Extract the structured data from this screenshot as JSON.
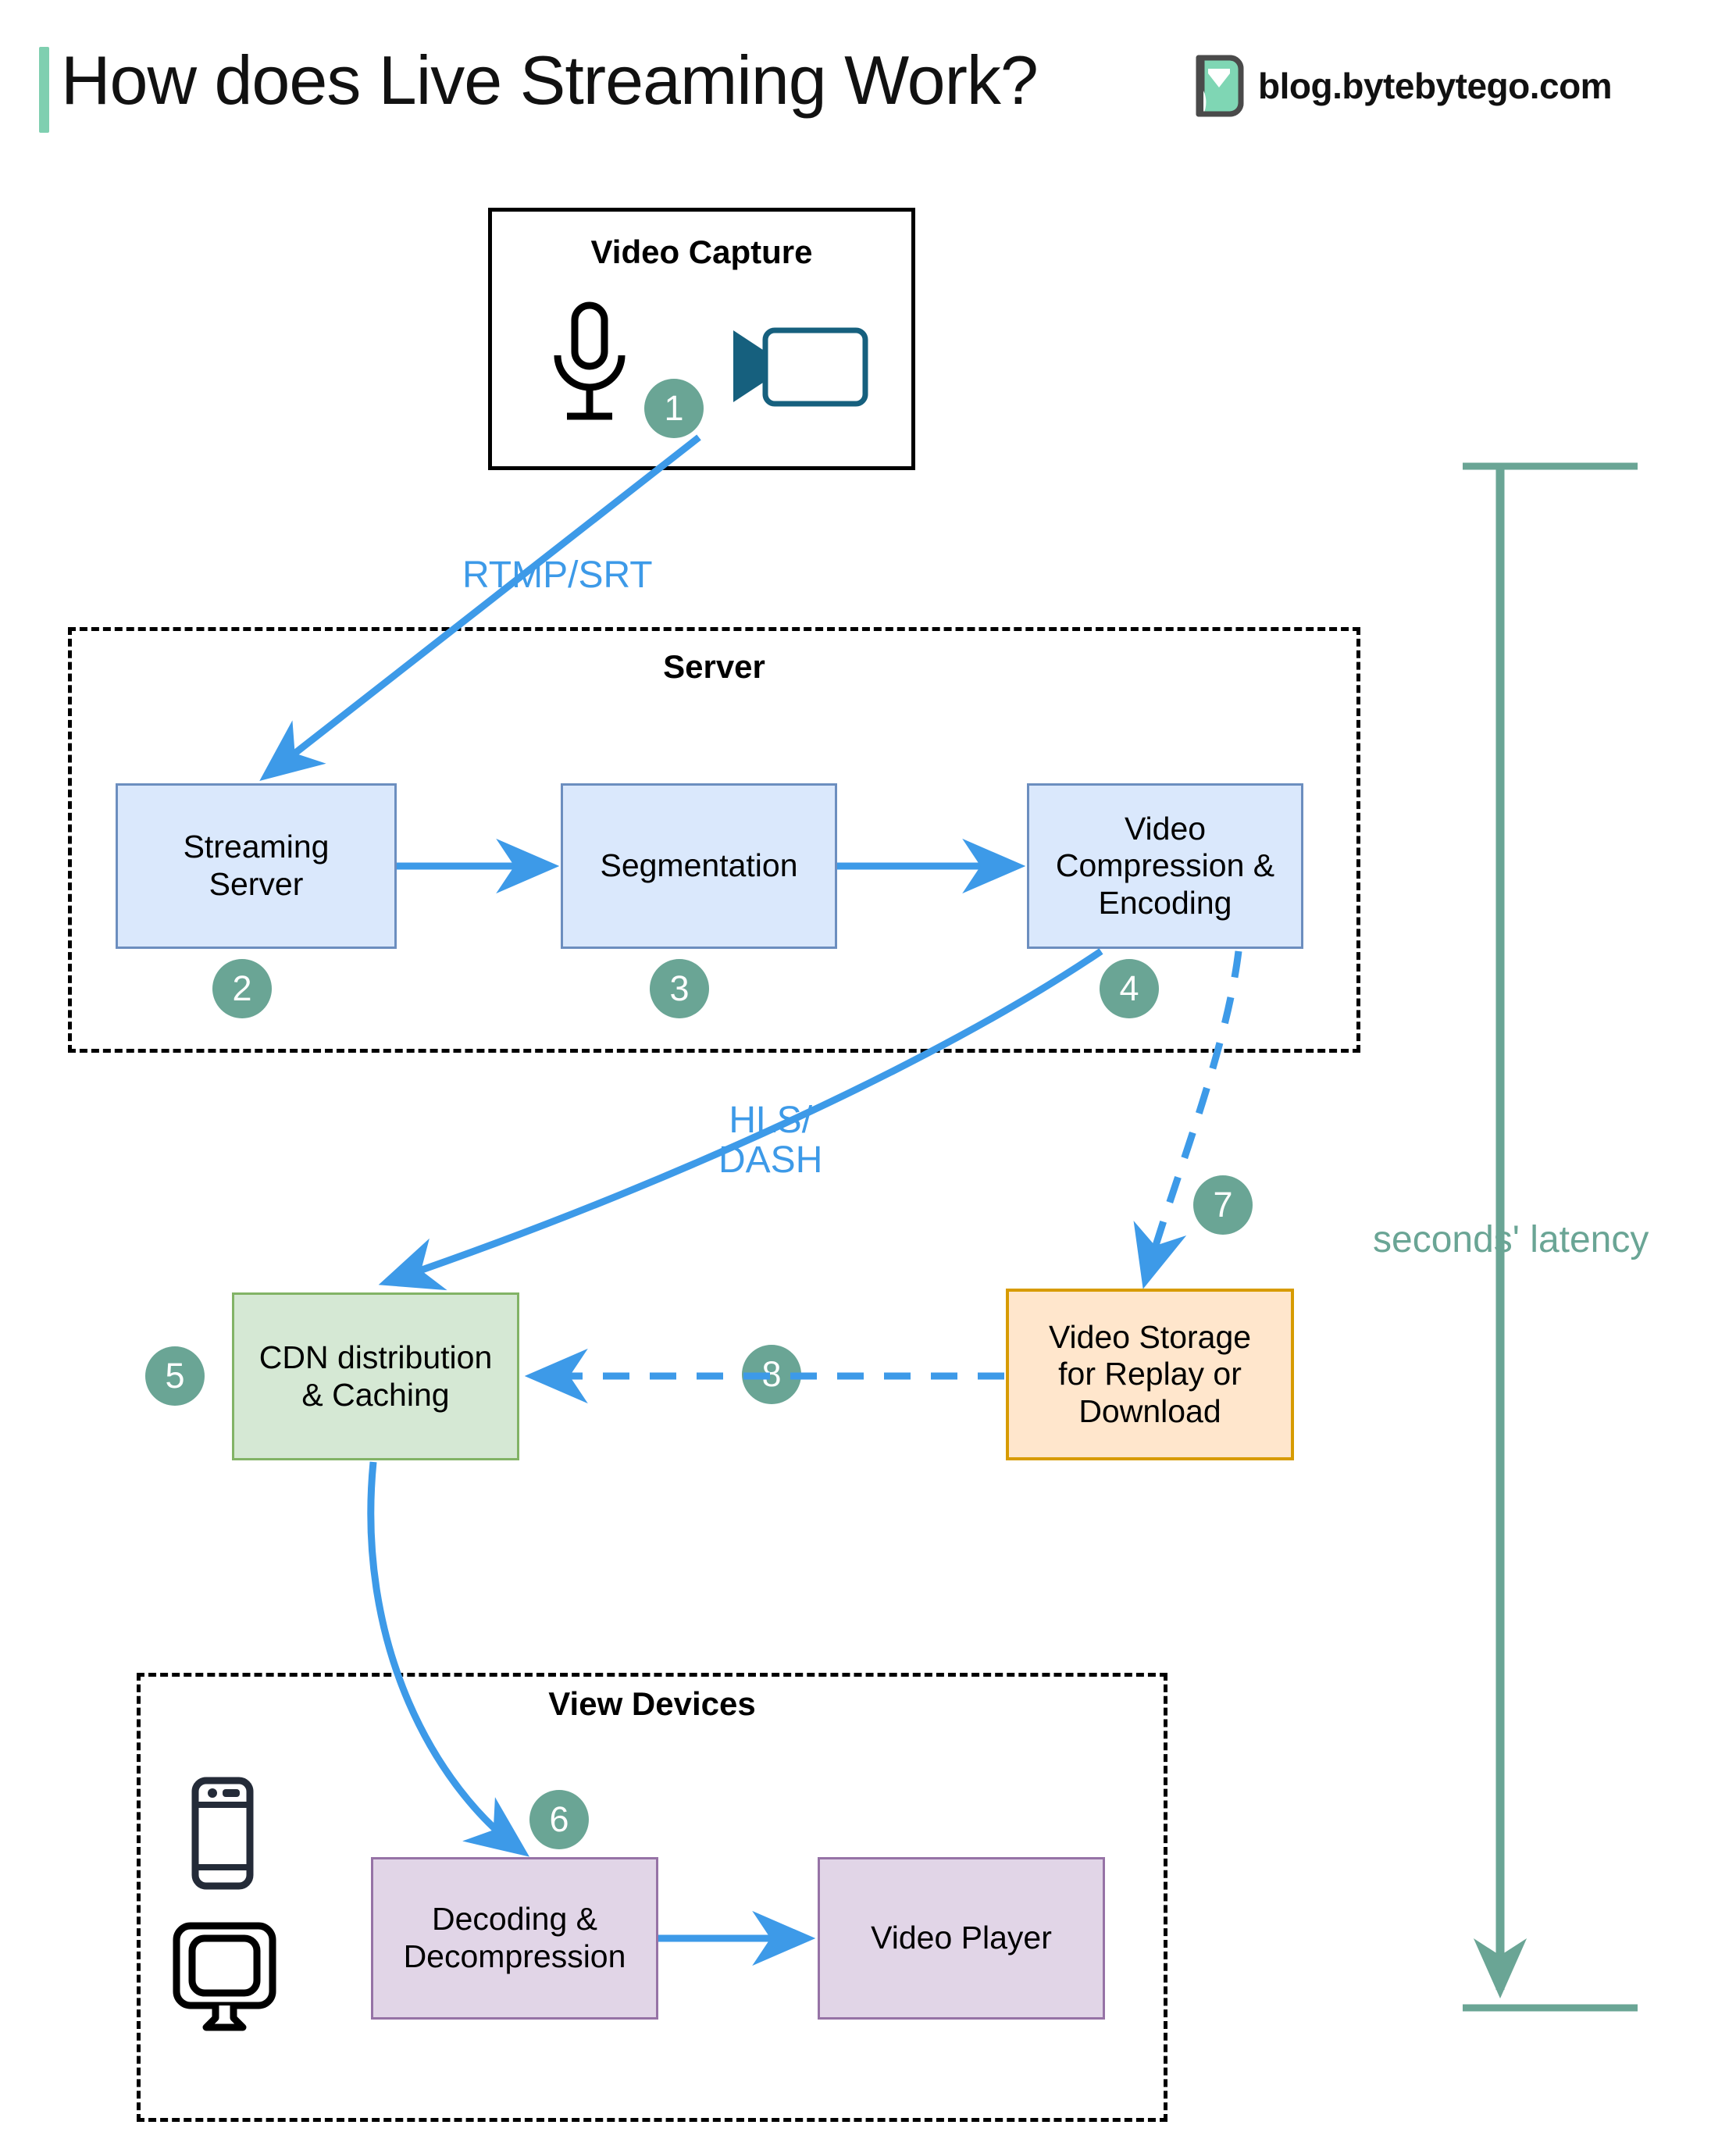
{
  "header": {
    "title": "How does Live Streaming Work?",
    "brand_text": "blog.bytebytego.com",
    "accent_color": "#7fcfb0"
  },
  "colors": {
    "blue_fill": "#dae8fc",
    "blue_stroke": "#6c8ebf",
    "green_fill": "#d5e8d4",
    "green_stroke": "#82b366",
    "orange_fill": "#ffe6cc",
    "orange_stroke": "#d79b00",
    "purple_fill": "#e1d5e7",
    "purple_stroke": "#9673a6",
    "arrow_blue": "#3d9ae8",
    "badge_teal": "#6aa595",
    "latency_teal": "#6aa595"
  },
  "groups": {
    "capture": {
      "label": "Video Capture"
    },
    "server": {
      "label": "Server"
    },
    "view_devices": {
      "label": "View Devices"
    }
  },
  "nodes": {
    "streaming_server": "Streaming\nServer",
    "segmentation": "Segmentation",
    "video_compression": "Video\nCompression &\nEncoding",
    "cdn": "CDN distribution\n& Caching",
    "video_storage": "Video Storage\nfor Replay or\nDownload",
    "decoding": "Decoding &\nDecompression",
    "video_player": "Video Player"
  },
  "badges": {
    "b1": "1",
    "b2": "2",
    "b3": "3",
    "b4": "4",
    "b5": "5",
    "b6": "6",
    "b7": "7",
    "b8": "8"
  },
  "edge_labels": {
    "rtmp_srt": "RTMP/SRT",
    "hls_dash": "HLS/\nDASH"
  },
  "latency": {
    "label": "seconds' latency"
  },
  "icons": {
    "microphone": "microphone-icon",
    "camera": "video-camera-icon",
    "phone": "mobile-phone-icon",
    "monitor": "desktop-monitor-icon",
    "logo": "bytebytego-logo-icon"
  }
}
